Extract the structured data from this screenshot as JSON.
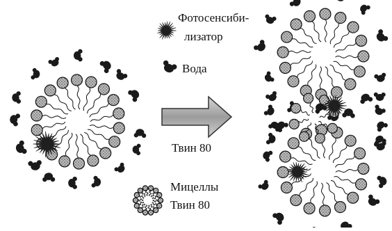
{
  "legend": {
    "photosensitizer_line1": "Фотосенсиби-",
    "photosensitizer_line2": "лизатор",
    "water": "Вода",
    "micelles_line1": "Мицеллы",
    "micelles_line2": "Твин 80"
  },
  "arrow": {
    "label": "Твин 80"
  },
  "colors": {
    "ink": "#111111",
    "head_fill": "#9a9a9a",
    "arrow_fill": "#b5b5b5",
    "water_fill": "#1a1a1a"
  },
  "icons": {
    "photosensitizer": "starburst-icon",
    "water": "water-molecule-icon",
    "micelle": "micelle-icon"
  }
}
